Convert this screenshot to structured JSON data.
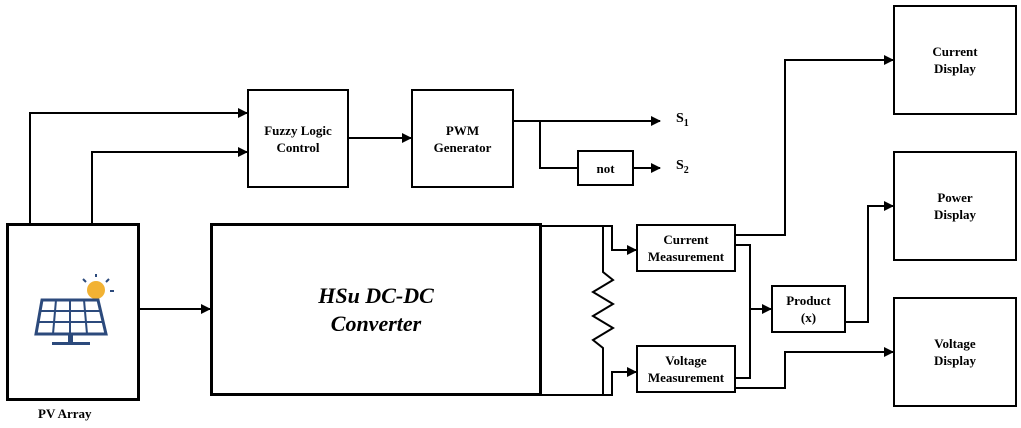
{
  "blocks": {
    "fuzzy": "Fuzzy Logic\nControl",
    "pwm": "PWM\nGenerator",
    "not": "not",
    "converter": "HSu DC-DC\nConverter",
    "current_measurement": "Current\nMeasurement",
    "voltage_measurement": "Voltage\nMeasurement",
    "product": "Product\n(x)",
    "current_display": "Current\nDisplay",
    "power_display": "Power\nDisplay",
    "voltage_display": "Voltage\nDisplay"
  },
  "signals": {
    "s1_letter": "S",
    "s1_sub": "1",
    "s2_letter": "S",
    "s2_sub": "2"
  },
  "pv_array_label": "PV Array",
  "colors": {
    "panel": "#2c4a7c",
    "sun": "#f2b233",
    "line": "#000000"
  },
  "icons": {
    "pv": "solar-panel-icon",
    "resistor": "resistor-load"
  }
}
